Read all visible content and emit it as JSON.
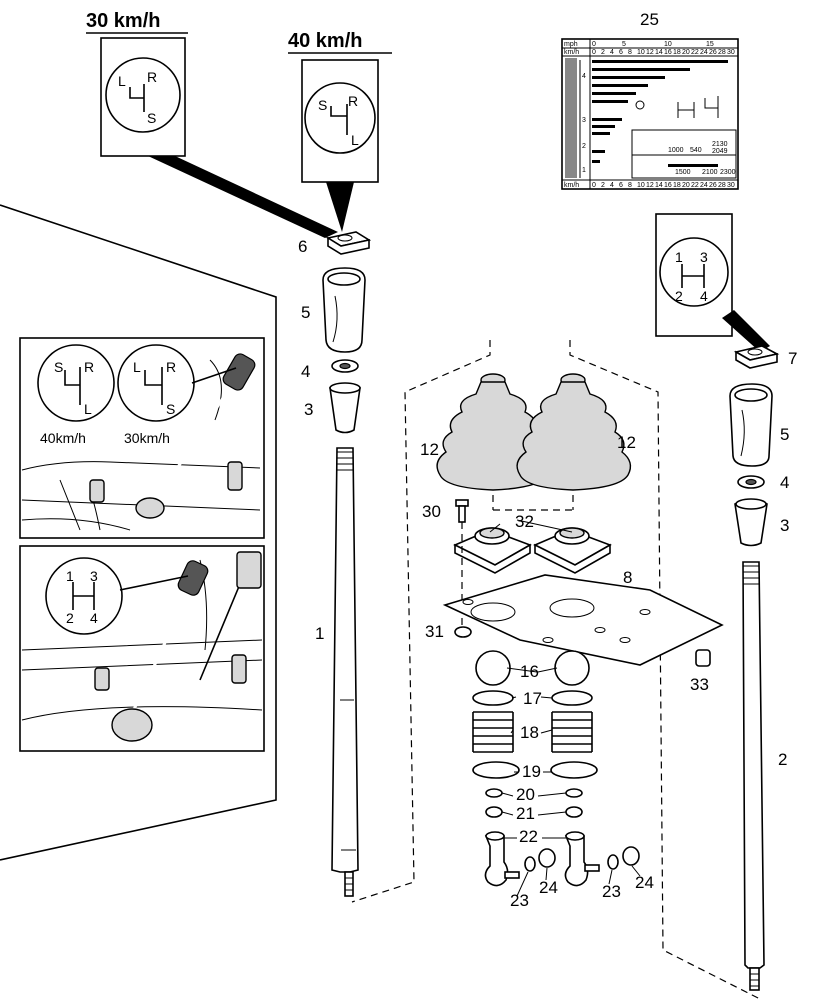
{
  "speeds": {
    "speed_30": "30 km/h",
    "speed_40": "40 km/h"
  },
  "shift_patterns": {
    "pattern_30": [
      "L",
      "R",
      "S"
    ],
    "pattern_40": [
      "S",
      "R",
      "L"
    ],
    "pattern_range": [
      "1",
      "3",
      "2",
      "4"
    ]
  },
  "inset": {
    "photo_top_labels": [
      "S",
      "R",
      "L",
      "L",
      "R",
      "S"
    ],
    "photo_top_captions": [
      "40km/h",
      "30km/h"
    ],
    "photo_bottom_labels": [
      "1",
      "3",
      "2",
      "4"
    ]
  },
  "decal": {
    "label": "25",
    "speed_row": [
      "mph",
      "0",
      "5",
      "10",
      "15"
    ],
    "scale_row": [
      "km/h",
      "0",
      "2",
      "4",
      "6",
      "8",
      "10",
      "12",
      "14",
      "16",
      "18",
      "20",
      "22",
      "24",
      "26",
      "28",
      "30"
    ],
    "gears_left": [
      "1",
      "2",
      "3",
      "4"
    ],
    "rpm_values": [
      "1000",
      "540",
      "1500",
      "2100",
      "2300"
    ],
    "pto_values": [
      "2130",
      "2049"
    ]
  },
  "parts": {
    "p1": "1",
    "p2": "2",
    "p3a": "3",
    "p3b": "3",
    "p4a": "4",
    "p4b": "4",
    "p5a": "5",
    "p5b": "5",
    "p6": "6",
    "p7": "7",
    "p8": "8",
    "p12a": "12",
    "p12b": "12",
    "p16": "16",
    "p17": "17",
    "p18": "18",
    "p19": "19",
    "p20": "20",
    "p21": "21",
    "p22": "22",
    "p23a": "23",
    "p23b": "23",
    "p24a": "24",
    "p24b": "24",
    "p30": "30",
    "p31": "31",
    "p32": "32",
    "p33": "33"
  }
}
